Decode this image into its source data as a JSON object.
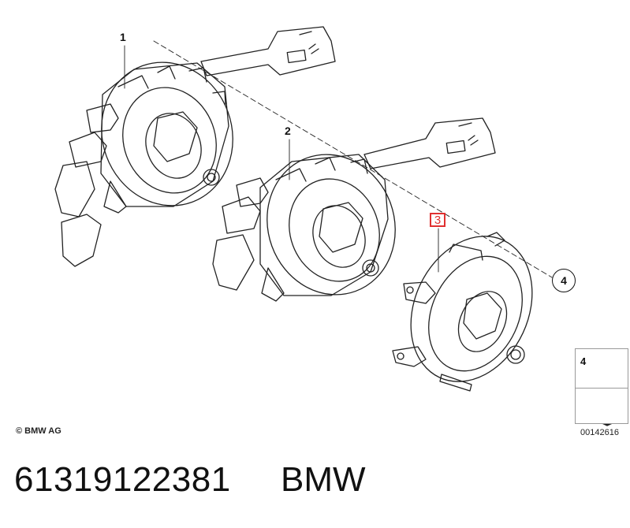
{
  "callouts": {
    "c1": "1",
    "c2": "2",
    "c3": "3",
    "c4": "4"
  },
  "legend": {
    "number": "4"
  },
  "copyright": "© BMW AG",
  "diagram_number": "00142616",
  "footer": {
    "part_number": "61319122381",
    "brand": "BMW"
  },
  "colors": {
    "line": "#222222",
    "highlight": "#e03030"
  },
  "icons": [
    "screw-icon",
    "arrow-icon"
  ]
}
